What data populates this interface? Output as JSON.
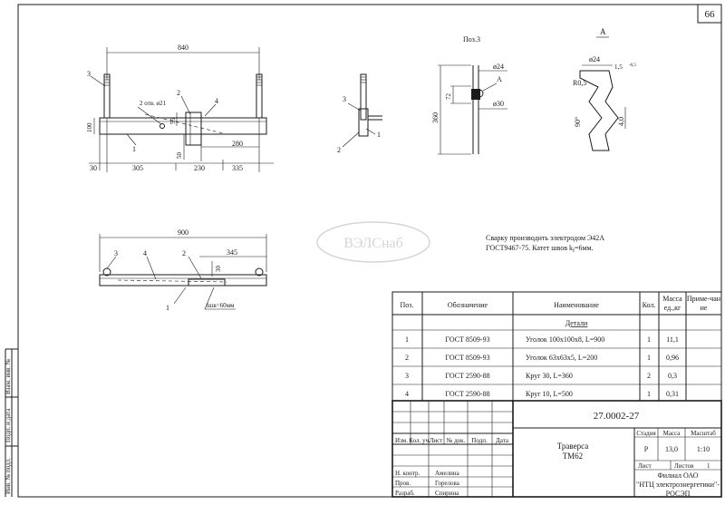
{
  "sheet_number": "66",
  "left_strip": [
    "Взам. инв. №",
    "Подп. и дата",
    "Инв. № подл."
  ],
  "watermark": "ВЭЛСнаб",
  "front_view": {
    "dims": [
      "840",
      "30",
      "305",
      "230",
      "335",
      "280",
      "100",
      "55",
      "50"
    ],
    "labels": [
      "3",
      "2",
      "4",
      "1"
    ],
    "hole_note": "2 отв. ø21"
  },
  "pos3_view": {
    "title": "Поз.3",
    "dims": [
      "ø24",
      "72",
      "360",
      "ø30"
    ],
    "labels": [
      "А",
      "3",
      "2",
      "1"
    ]
  },
  "detail_a": {
    "title": "А",
    "dims": [
      "ø24",
      "1,5",
      "-0,5",
      "R0,5",
      "90°",
      "4,0"
    ]
  },
  "plan_view": {
    "dims": [
      "900",
      "345",
      "30"
    ],
    "labels": [
      "3",
      "4",
      "2",
      "1"
    ],
    "weld_note": "lшв=60мм"
  },
  "welding_note": {
    "line1": "Сварку производить электродом Э42А",
    "line2": "ГОСТ9467-75. Катет швов k",
    "subscript": "f",
    "line2_end": "=6мм."
  },
  "spec_table": {
    "headers": [
      "Поз.",
      "Обозначение",
      "Наименование",
      "Кол.",
      "Масса ед.,кг",
      "Приме-чание"
    ],
    "section": "Детали",
    "rows": [
      {
        "pos": "1",
        "designation": "ГОСТ 8509-93",
        "name": "Уголок 100х100х8, L=900",
        "qty": "1",
        "mass": "11,1"
      },
      {
        "pos": "2",
        "designation": "ГОСТ 8509-93",
        "name": "Уголок 63х63х5, L=200",
        "qty": "1",
        "mass": "0,96"
      },
      {
        "pos": "3",
        "designation": "ГОСТ 2590-88",
        "name": "Круг 30, L=360",
        "qty": "2",
        "mass": "0,3"
      },
      {
        "pos": "4",
        "designation": "ГОСТ 2590-88",
        "name": "Круг 10, L=500",
        "qty": "1",
        "mass": "0,31"
      }
    ]
  },
  "title_block": {
    "doc_code": "27.0002-27",
    "change_headers": [
      "Изм.",
      "Кол. уч.",
      "Лист",
      "№ док.",
      "Подп.",
      "Дата"
    ],
    "product_name": "Траверса",
    "product_code": "ТМ62",
    "stage_label": "Стадия",
    "mass_label": "Масса",
    "scale_label": "Масштаб",
    "stage": "Р",
    "mass": "13,0",
    "scale": "1:10",
    "sheet_label": "Лист",
    "sheets_label": "Листов",
    "sheets": "1",
    "signatures": [
      {
        "role": "Н. контр.",
        "name": "Амелина"
      },
      {
        "role": "Пров.",
        "name": "Горелова"
      },
      {
        "role": "Разраб.",
        "name": "Спирина"
      }
    ],
    "org_line1": "Филиал ОАО",
    "org_line2": "\"НТЦ электроэнергетики\"-",
    "org_line3": "РОСЭП"
  }
}
